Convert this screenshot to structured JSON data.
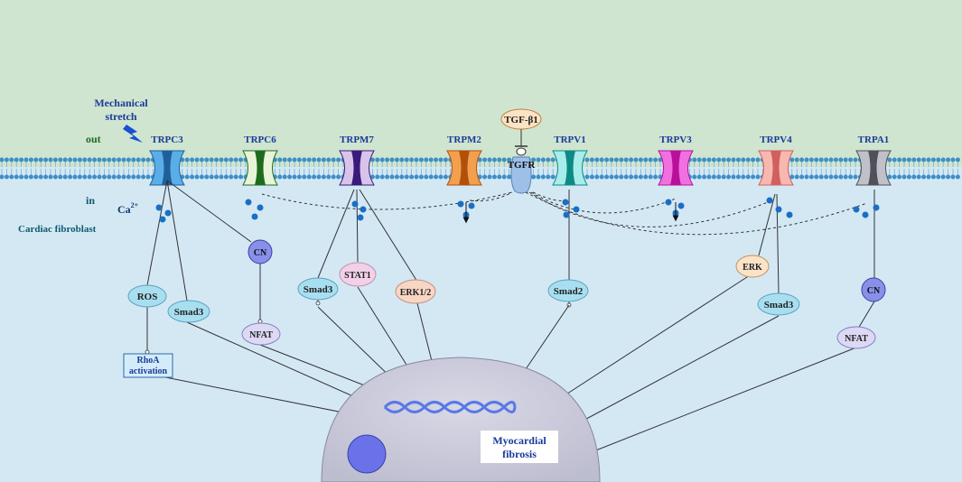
{
  "regions": {
    "out_label": "out",
    "in_label": "in",
    "cell_label": "Cardiac fibroblast",
    "stimulus_line1": "Mechanical",
    "stimulus_line2": "stretch",
    "calcium_label": "Ca",
    "calcium_superscript": "2+"
  },
  "channels": [
    {
      "name": "TRPC3",
      "color": "#5aaee8",
      "dark": "#1f5f9a"
    },
    {
      "name": "TRPC6",
      "color": "#e8f4d8",
      "dark": "#1e6b1e"
    },
    {
      "name": "TRPM7",
      "color": "#d8c4ea",
      "dark": "#3a1a7a"
    },
    {
      "name": "TRPM2",
      "color": "#f2a050",
      "dark": "#b0500a"
    },
    {
      "name": "TRPV1",
      "color": "#a8ecec",
      "dark": "#0e8a84"
    },
    {
      "name": "TRPV3",
      "color": "#f070e0",
      "dark": "#b8109a"
    },
    {
      "name": "TRPV4",
      "color": "#f8b8b0",
      "dark": "#d06060"
    },
    {
      "name": "TRPA1",
      "color": "#c0c0c8",
      "dark": "#505058"
    }
  ],
  "ligand": {
    "label": "TGF-β1",
    "color": "#fbe3c4",
    "stroke": "#c08040"
  },
  "receptor": {
    "label": "TGFR",
    "color": "#9cc0e8"
  },
  "mediators": {
    "ros": "ROS",
    "rhoa_line1": "RhoA",
    "rhoa_line2": "activation",
    "smad3_a": "Smad3",
    "cn_a": "CN",
    "nfat_a": "NFAT",
    "smad3_b": "Smad3",
    "stat1": "STAT1",
    "erk12": "ERK1/2",
    "smad2": "Smad2",
    "erk": "ERK",
    "smad3_c": "Smad3",
    "cn_b": "CN",
    "nfat_b": "NFAT"
  },
  "nucleus": {
    "label_line1": "Myocardial",
    "label_line2": "fibrosis"
  },
  "colors": {
    "extracellular": "#cfe5cf",
    "intracellular": "#d4e8f4",
    "membrane_head": "#3d8fc5",
    "ion": "#1a6fc4",
    "nucleus_fill": "#c9c9d9",
    "dna": "#5a78e6",
    "label_blue": "#1a3a9a",
    "label_teal": "#0e5a6e"
  }
}
